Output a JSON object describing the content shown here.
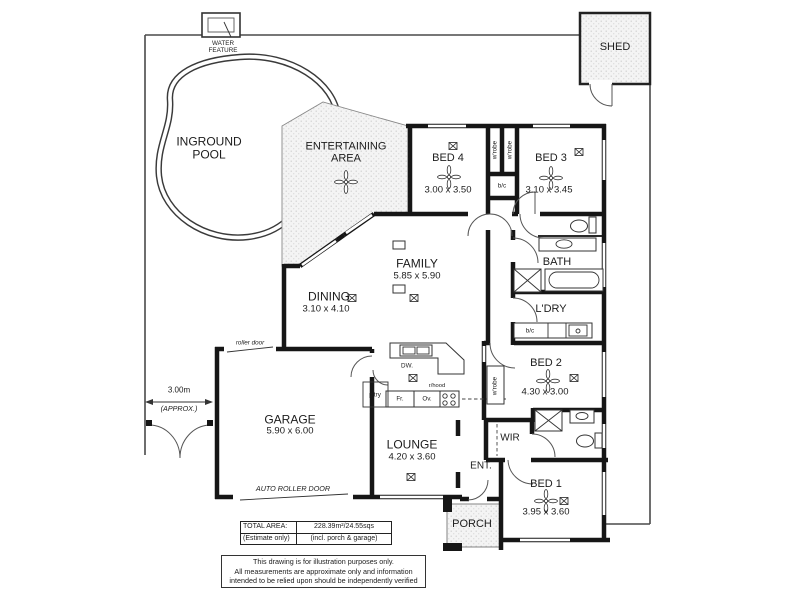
{
  "site": {
    "water_feature": "WATER\nFEATURE",
    "shed": "SHED",
    "pool": "INGROUND\nPOOL",
    "entertaining": "ENTERTAINING\nAREA",
    "dim_width": "3.00m",
    "dim_note": "(APPROX.)"
  },
  "rooms": {
    "bed4": {
      "name": "BED 4",
      "dims": "3.00 x 3.50"
    },
    "bed3": {
      "name": "BED 3",
      "dims": "3.10 x 3.45"
    },
    "bed2": {
      "name": "BED 2",
      "dims": "4.30 x 3.00"
    },
    "bed1": {
      "name": "BED 1",
      "dims": "3.95 x 3.60"
    },
    "family": {
      "name": "FAMILY",
      "dims": "5.85 x 5.90"
    },
    "dining": {
      "name": "DINING",
      "dims": "3.10 x 4.10"
    },
    "lounge": {
      "name": "LOUNGE",
      "dims": "4.20 x 3.60"
    },
    "garage": {
      "name": "GARAGE",
      "dims": "5.90 x 6.00"
    },
    "bath": "BATH",
    "laundry": "L'DRY",
    "wir": "WIR",
    "entry": "ENT.",
    "porch": "PORCH"
  },
  "fixtures": {
    "wrobe": "w'robe",
    "bic": "b/c",
    "pantry": "p'try",
    "dishwasher": "DW.",
    "fridge": "Fr.",
    "oven": "Ov.",
    "rangehood": "r/hood",
    "roller_door": "roller door",
    "auto_roller_door": "AUTO ROLLER DOOR"
  },
  "summary": {
    "label": "TOTAL AREA:",
    "label2": "(Estimate only)",
    "value": "228.39m²/24.55sqs",
    "value2": "(incl. porch & garage)"
  },
  "disclaimer": {
    "line1": "This drawing is for illustration purposes only.",
    "line2": "All measurements are approximate only and information",
    "line3": "intended to be relied upon should be independently verified"
  },
  "colors": {
    "wall": "#161616",
    "boundary": "#4a4a4a",
    "fill_dots": "#f4f4f4"
  }
}
